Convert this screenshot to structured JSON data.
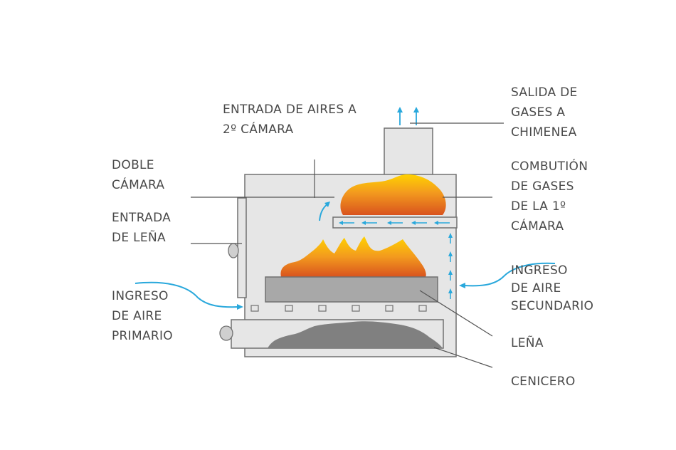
{
  "labels": {
    "salida_gases": [
      "SALIDA DE",
      "GASES  A",
      "CHIMENEA"
    ],
    "entrada_aires": [
      "ENTRADA DE AIRES A",
      "2º CÁMARA"
    ],
    "doble_camara": [
      "DOBLE",
      "CÁMARA"
    ],
    "entrada_lena": [
      "ENTRADA",
      "DE LEÑA"
    ],
    "combustion": [
      "COMBUTIÓN",
      "DE GASES",
      "DE LA 1º",
      "CÁMARA"
    ],
    "ingreso_primario": [
      "INGRESO",
      "DE AIRE",
      "PRIMARIO"
    ],
    "ingreso_secundario": [
      "INGRESO",
      "DE AIRE",
      "SECUNDARIO"
    ],
    "lena": [
      "LEÑA"
    ],
    "cenicero": [
      "CENICERO"
    ]
  },
  "colors": {
    "stove_fill": "#e6e6e6",
    "stove_stroke": "#707070",
    "grate_fill": "#a8a8a8",
    "ash_fill": "#808080",
    "arrow_blue": "#29a8dc",
    "flame_yellow": "#ffd200",
    "flame_orange": "#f08a1c",
    "flame_red": "#d9531e",
    "leader_line": "#555555",
    "text": "#4a4a4a"
  }
}
